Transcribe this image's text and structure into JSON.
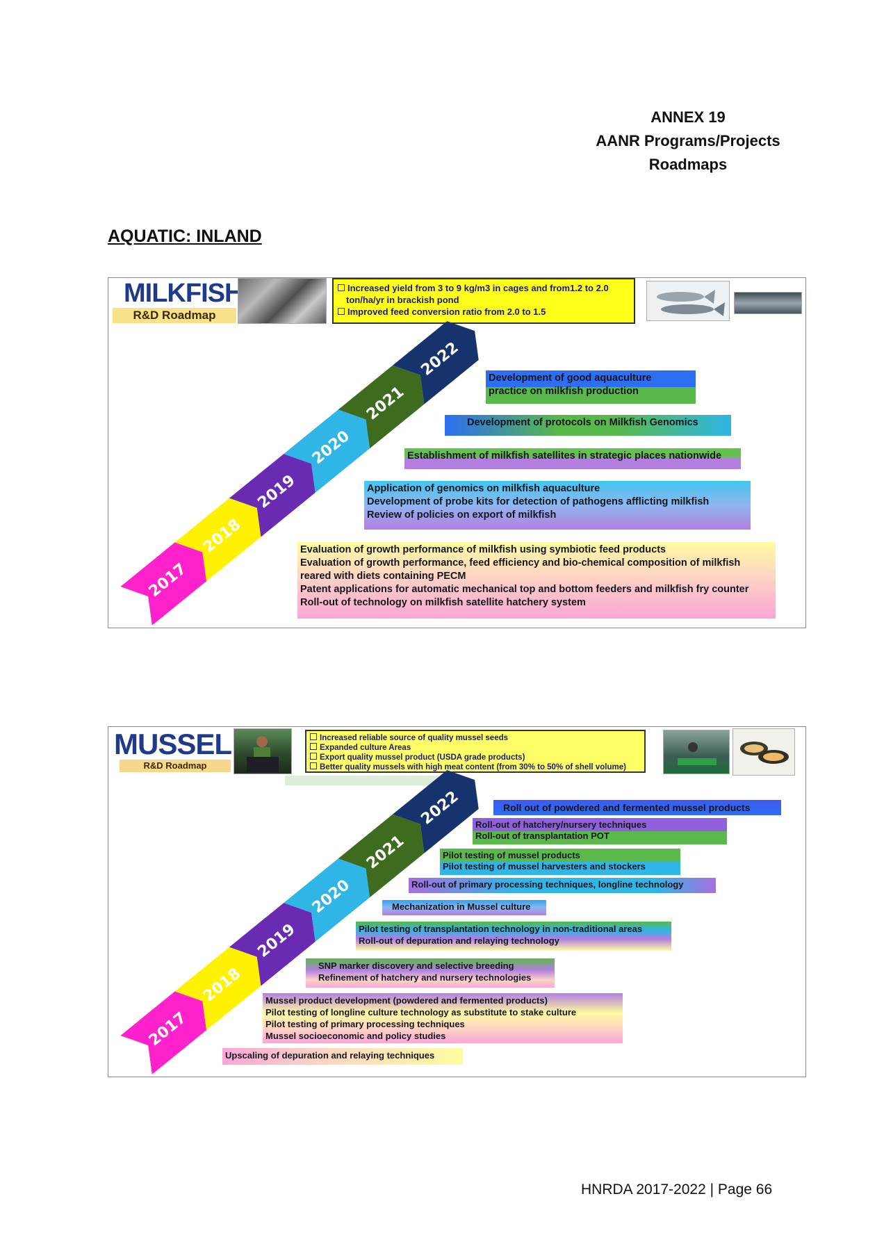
{
  "header": {
    "annex": "ANNEX 19",
    "line2": "AANR Programs/Projects",
    "line3": "Roadmaps"
  },
  "section_title": "AQUATIC:  INLAND",
  "milkfish": {
    "logo_title": "MILKFISH",
    "logo_sub": "R&D Roadmap",
    "goals": [
      "Increased yield from 3 to 9 kg/m3 in cages and from1.2 to 2.0",
      "  ton/ha/yr in brackish pond",
      "Improved feed conversion ratio from 2.0 to 1.5"
    ],
    "years": [
      "2017",
      "2018",
      "2019",
      "2020",
      "2021",
      "2022"
    ],
    "year_colors": [
      "#ff22cc",
      "#fff200",
      "#6a2bb3",
      "#2fb5e6",
      "#3f6b1f",
      "#17336e"
    ],
    "activities": [
      {
        "lines": [
          "Development of good aquaculture",
          "practice on milkfish production"
        ]
      },
      {
        "lines": [
          "Development of protocols on Milkfish Genomics"
        ]
      },
      {
        "lines": [
          "Establishment of milkfish satellites in strategic places nationwide"
        ]
      },
      {
        "lines": [
          "Application of genomics on milkfish aquaculture",
          "Development of probe kits for detection of pathogens afflicting milkfish",
          "Review of policies on export of milkfish"
        ]
      },
      {
        "lines": [
          "Evaluation of growth performance of milkfish using symbiotic feed products",
          "Evaluation of growth performance, feed efficiency and bio-chemical composition of milkfish",
          "   reared with diets containing PECM",
          "Patent applications for automatic mechanical top and bottom feeders and milkfish fry counter",
          "Roll-out of technology on milkfish satellite hatchery system"
        ]
      }
    ]
  },
  "mussel": {
    "logo_title": "MUSSEL",
    "logo_sub": "R&D Roadmap",
    "goals": [
      "Increased reliable source of quality mussel seeds",
      "Expanded culture Areas",
      "Export quality mussel product (USDA grade products)",
      "Better quality mussels with high meat content (from 30% to 50% of shell volume)"
    ],
    "years": [
      "2017",
      "2018",
      "2019",
      "2020",
      "2021",
      "2022"
    ],
    "activities": [
      {
        "lines": [
          "Roll out of powdered and fermented mussel products"
        ]
      },
      {
        "lines": [
          "Roll-out of hatchery/nursery techniques",
          "Roll-out of transplantation POT"
        ]
      },
      {
        "lines": [
          "Pilot testing of mussel products",
          "Pilot testing of mussel harvesters and stockers"
        ]
      },
      {
        "lines": [
          "Roll-out of primary processing techniques, longline technology"
        ]
      },
      {
        "lines": [
          "Mechanization in Mussel culture"
        ]
      },
      {
        "lines": [
          "Pilot testing of transplantation technology in non-traditional areas",
          "Roll-out of depuration and relaying technology"
        ]
      },
      {
        "lines": [
          "SNP marker discovery and selective breeding",
          "Refinement of hatchery and nursery technologies"
        ]
      },
      {
        "lines": [
          "Mussel product development (powdered and fermented products)",
          "Pilot testing of longline culture technology as substitute to stake culture",
          "Pilot testing of primary processing techniques",
          "Mussel socioeconomic and policy studies"
        ]
      },
      {
        "lines": [
          "Upscaling of depuration and relaying techniques"
        ]
      }
    ]
  },
  "footer": "HNRDA 2017-2022  | Page  66"
}
